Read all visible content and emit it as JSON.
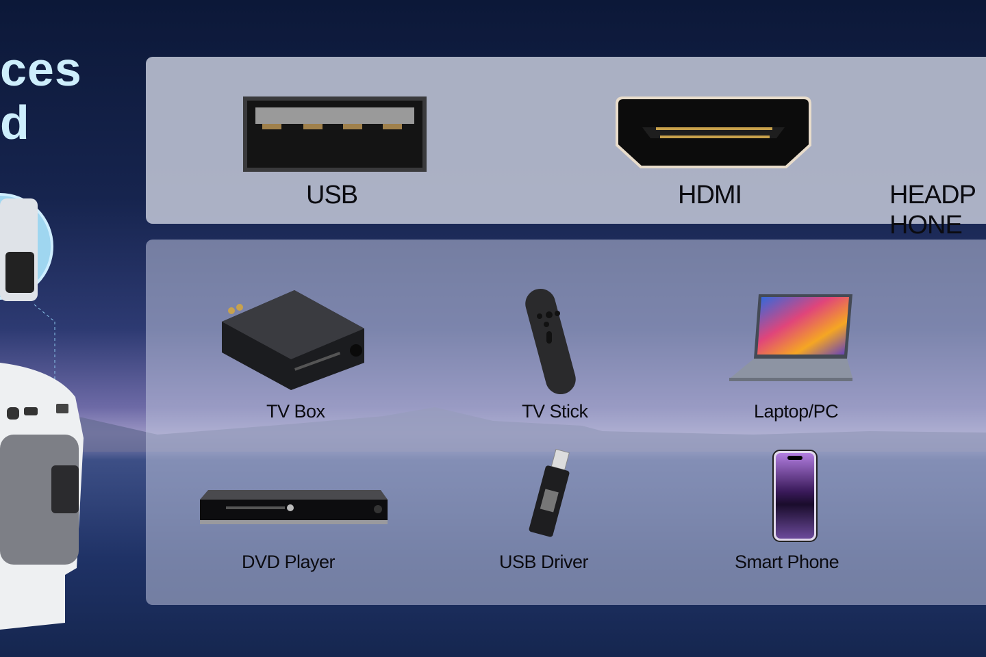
{
  "heading": {
    "line1": "ces",
    "line2": "d"
  },
  "ports": [
    {
      "label": "USB",
      "icon": "usb-port-icon"
    },
    {
      "label": "HDMI",
      "icon": "hdmi-port-icon"
    },
    {
      "label": "HEADPHONE",
      "icon": "headphone-port-icon"
    }
  ],
  "devices": [
    {
      "label": "TV Box",
      "icon": "tv-box-icon"
    },
    {
      "label": "TV Stick",
      "icon": "remote-icon"
    },
    {
      "label": "Laptop/PC",
      "icon": "laptop-icon"
    },
    {
      "label": "DVD Player",
      "icon": "dvd-player-icon"
    },
    {
      "label": "USB Driver",
      "icon": "usb-drive-icon"
    },
    {
      "label": "Smart Phone",
      "icon": "smartphone-icon"
    }
  ]
}
